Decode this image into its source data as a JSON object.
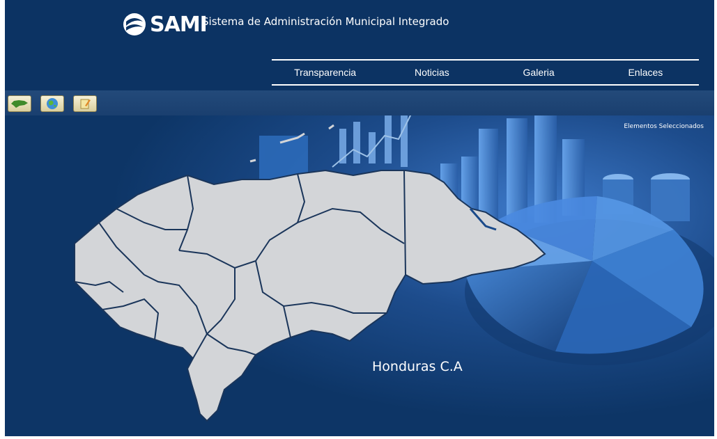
{
  "header": {
    "logo_text": "SAMI",
    "tagline": "Sistema de Administración Municipal Integrado"
  },
  "nav": {
    "items": [
      {
        "label": "Transparencia"
      },
      {
        "label": "Noticias"
      },
      {
        "label": "Galeria"
      },
      {
        "label": "Enlaces"
      }
    ]
  },
  "toolbar": {
    "buttons": [
      {
        "icon": "honduras-map-icon"
      },
      {
        "icon": "globe-icon"
      },
      {
        "icon": "notepad-pencil-icon"
      }
    ]
  },
  "main": {
    "selected_label": "Elementos Seleccionados",
    "country_label": "Honduras C.A"
  },
  "colors": {
    "background": "#0d3566",
    "map_fill": "#d3d5d8",
    "map_border": "#1a355a",
    "nav_text": "#ffffff"
  }
}
